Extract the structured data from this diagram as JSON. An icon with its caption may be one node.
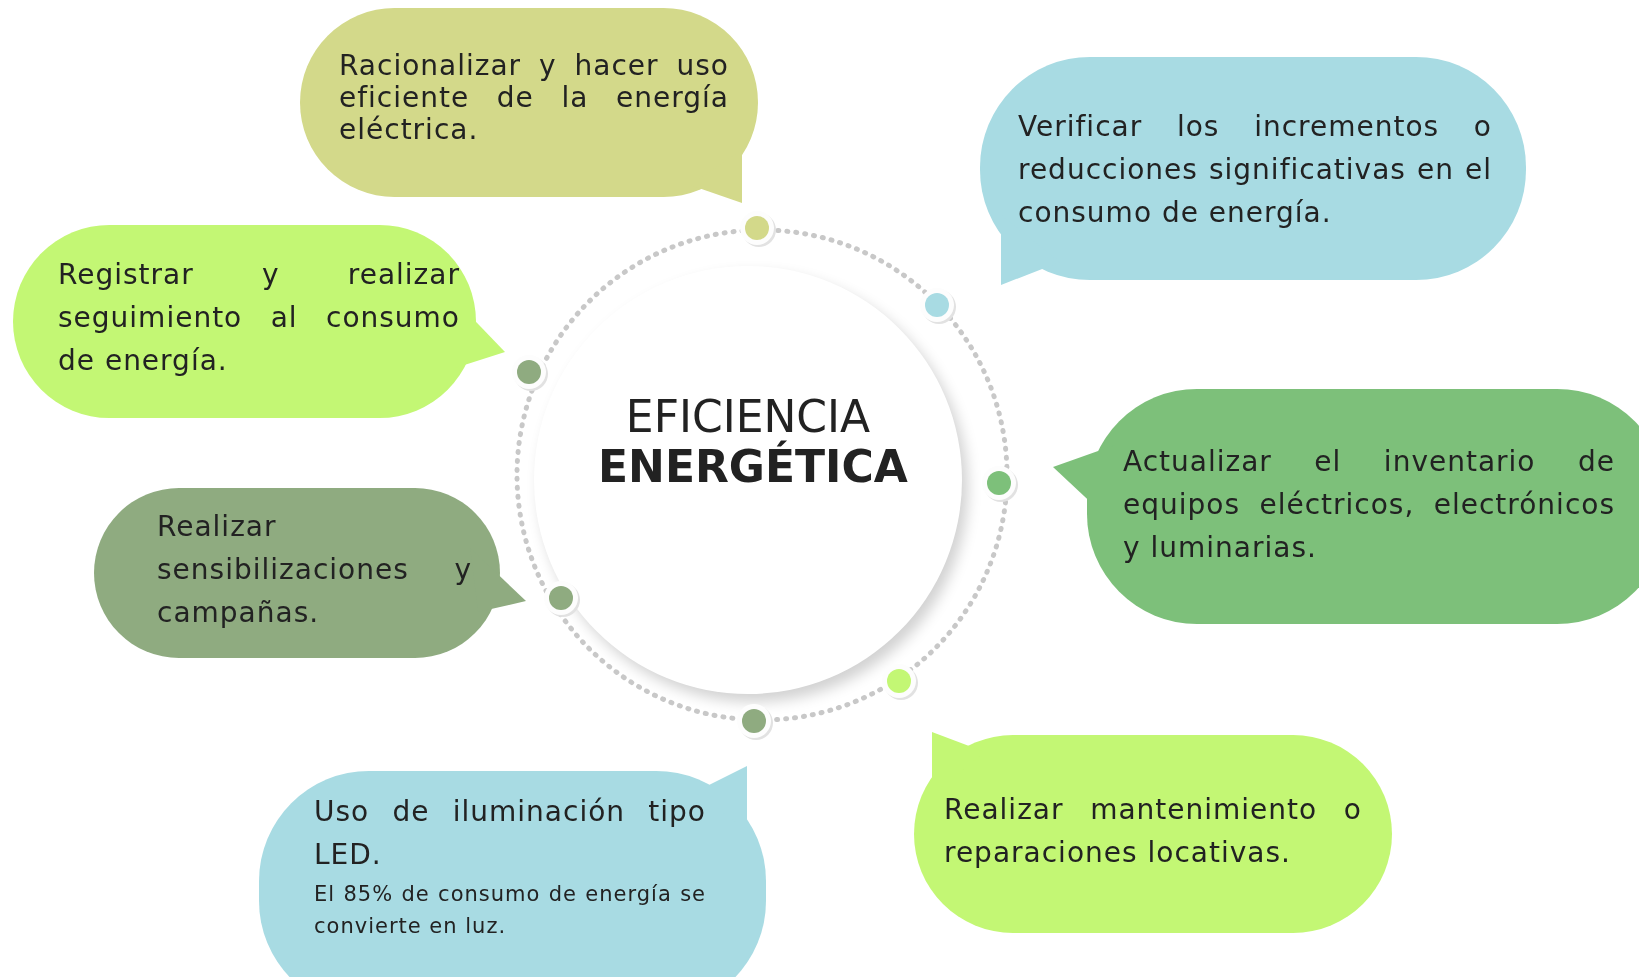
{
  "diagram": {
    "nodes": [
      {
        "text": [
          "EFICIENCIA **ENERGÉTICA**"
        ]
      },
      {
        "text": [
          "Racionalizar y hacer uso eficiente de la energía eléctrica."
        ]
      },
      {
        "text": [
          "Verificar los incrementos o reducciones significativas en el consumo de energía."
        ]
      },
      {
        "text": [
          "Registrar y realizar seguimiento al consumo de energía."
        ]
      },
      {
        "text": [
          "Actualizar el inventario de equipos eléctricos, electrónicos y luminarias."
        ]
      },
      {
        "text": [
          "Realizar sensibilizaciones y campañas."
        ]
      },
      {
        "text": [
          "Realizar mantenimiento o reparaciones locativas."
        ]
      },
      {
        "text": [
          "Uso de iluminación tipo LED.",
          "El 85% de consumo de energía se convierte en luz."
        ]
      }
    ]
  }
}
